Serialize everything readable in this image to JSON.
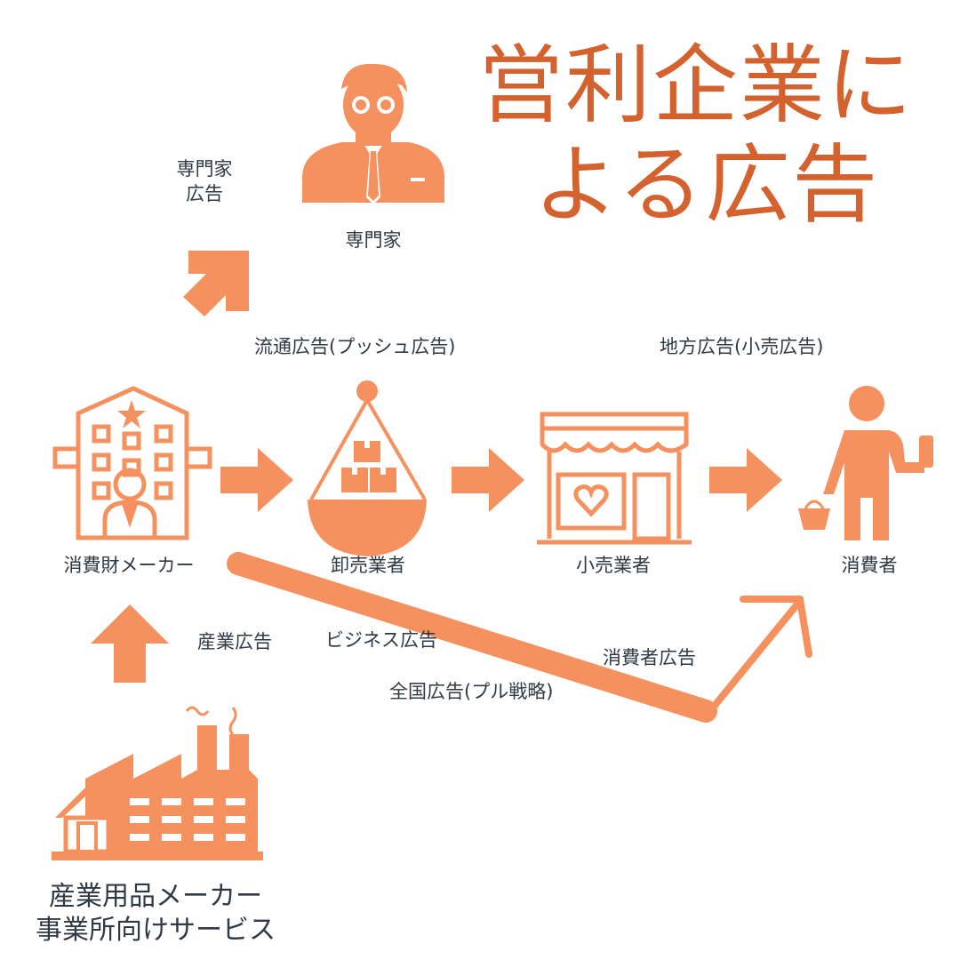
{
  "title": {
    "line1": "営利企業に",
    "line2": "よる広告"
  },
  "nodes": {
    "expert": "専門家",
    "consumer_goods_maker": "消費財メーカー",
    "wholesaler": "卸売業者",
    "retailer": "小売業者",
    "consumer": "消費者",
    "industrial_maker_line1": "産業用品メーカー",
    "industrial_maker_line2": "事業所向けサービス"
  },
  "labels": {
    "expert_ad_line1": "専門家",
    "expert_ad_line2": "広告",
    "trade_ad": "流通広告(プッシュ広告)",
    "local_ad": "地方広告(小売広告)",
    "industrial_ad": "産業広告",
    "business_ad": "ビジネス広告",
    "national_ad": "全国広告(プル戦略)",
    "consumer_ad": "消費者広告"
  },
  "colors": {
    "accent": "#f4915e",
    "title": "#d4622f",
    "text": "#2e3a45"
  },
  "icons": [
    "expert-icon",
    "office-building-icon",
    "scale-boxes-icon",
    "store-icon",
    "shopper-icon",
    "factory-icon"
  ]
}
